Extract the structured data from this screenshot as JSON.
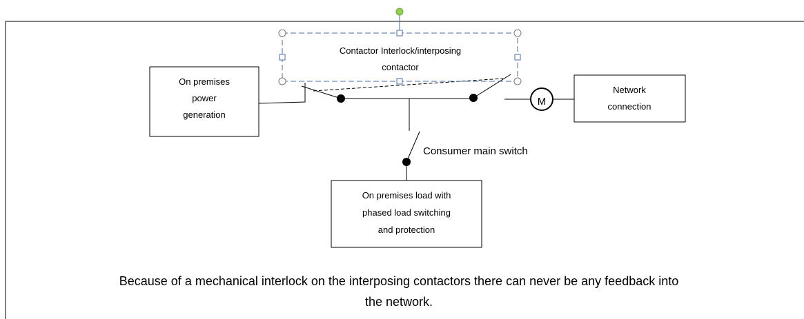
{
  "boxes": {
    "generation": {
      "lines": [
        "On premises",
        "power",
        "generation"
      ]
    },
    "interlock": {
      "lines": [
        "Contactor Interlock/interposing",
        "contactor"
      ]
    },
    "network": {
      "lines": [
        "Network",
        "connection"
      ]
    },
    "load": {
      "lines": [
        "On premises load with",
        "phased load switching",
        "and protection"
      ]
    }
  },
  "motor_symbol": "M",
  "consumer_switch_label": "Consumer main switch",
  "caption": {
    "line1": "Because of a mechanical interlock on the interposing contactors there can never be any feedback into",
    "line2": "the network."
  },
  "colors": {
    "stroke": "#000000",
    "selection": "#4a6fa5",
    "rotate_handle": "#92d050"
  },
  "icons": {
    "selection_handles": "resize-handle-icon",
    "rotation": "rotate-handle-icon"
  }
}
